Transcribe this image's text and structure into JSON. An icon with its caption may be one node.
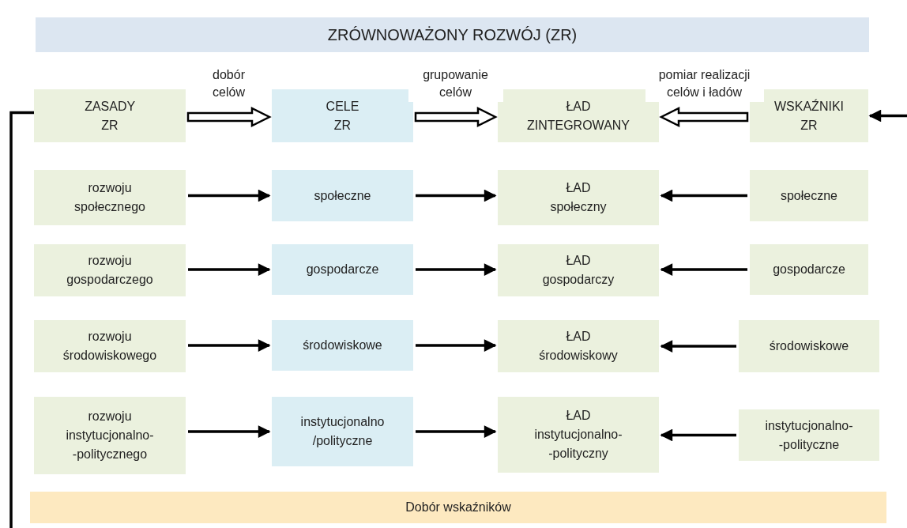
{
  "diagram": {
    "nodes": [
      {
        "text": [
          "ZRÓWNOWAŻONY ROZWÓJ (ZR)"
        ]
      },
      {
        "text": [
          "ZASADY ZR"
        ]
      },
      {
        "text": [
          "CELE ZR"
        ]
      },
      {
        "text": [
          "ŁAD ZINTEGROWANY"
        ]
      },
      {
        "text": [
          "WSKAŹNIKI ZR"
        ]
      },
      {
        "text": [
          "rozwoju społecznego"
        ]
      },
      {
        "text": [
          "społeczne"
        ]
      },
      {
        "text": [
          "ŁAD społeczny"
        ]
      },
      {
        "text": [
          "społeczne"
        ]
      },
      {
        "text": [
          "rozwoju gospodarczego"
        ]
      },
      {
        "text": [
          "gospodarcze"
        ]
      },
      {
        "text": [
          "ŁAD gospodarczy"
        ]
      },
      {
        "text": [
          "gospodarcze"
        ]
      },
      {
        "text": [
          "rozwoju środowiskowego"
        ]
      },
      {
        "text": [
          "środowiskowe"
        ]
      },
      {
        "text": [
          "ŁAD środowiskowy"
        ]
      },
      {
        "text": [
          "środowiskowe"
        ]
      },
      {
        "text": [
          "rozwoju instytucjonalno- -politycznego"
        ]
      },
      {
        "text": [
          "instytucjonalno /polityczne"
        ]
      },
      {
        "text": [
          "ŁAD instytucjonalno- -polityczny"
        ]
      },
      {
        "text": [
          "instytucjonalno- -polityczne"
        ]
      },
      {
        "text": [
          "Dobór wskaźników"
        ]
      }
    ],
    "edges": [
      {
        "from": 1,
        "to": 2,
        "arrow": "to",
        "label": "dobór celów",
        "style": "thick"
      },
      {
        "from": 2,
        "to": 3,
        "arrow": "to",
        "label": "grupowanie celów",
        "style": "thick"
      },
      {
        "from": 4,
        "to": 3,
        "arrow": "to",
        "label": "pomiar realizacji celów i ładów",
        "style": "thick"
      },
      {
        "from": 5,
        "to": 6,
        "arrow": "to"
      },
      {
        "from": 6,
        "to": 7,
        "arrow": "to"
      },
      {
        "from": 8,
        "to": 7,
        "arrow": "to"
      },
      {
        "from": 9,
        "to": 10,
        "arrow": "to"
      },
      {
        "from": 10,
        "to": 11,
        "arrow": "to"
      },
      {
        "from": 12,
        "to": 11,
        "arrow": "to"
      },
      {
        "from": 13,
        "to": 14,
        "arrow": "to"
      },
      {
        "from": 14,
        "to": 15,
        "arrow": "to"
      },
      {
        "from": 16,
        "to": 15,
        "arrow": "to"
      },
      {
        "from": 17,
        "to": 18,
        "arrow": "to"
      },
      {
        "from": 18,
        "to": 19,
        "arrow": "to"
      },
      {
        "from": 20,
        "to": 19,
        "arrow": "to"
      },
      {
        "from": 1,
        "to": null,
        "arrow": "none"
      },
      {
        "from": null,
        "to": 4,
        "arrow": "to"
      }
    ]
  }
}
